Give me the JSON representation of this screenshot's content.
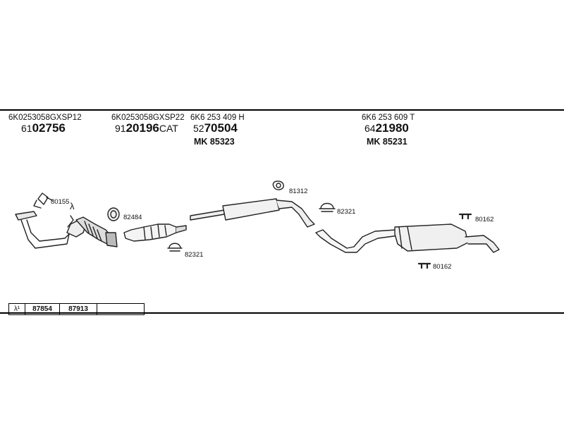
{
  "groups": [
    {
      "code": "6K0253058GXSP12",
      "num_prefix": "61",
      "num_bold": "02756"
    },
    {
      "code": "6K0253058GXSP22",
      "num_prefix": "91",
      "num_bold": "20196",
      "num_suffix": "CAT"
    },
    {
      "code": "6K6 253 409 H",
      "num_prefix": "52",
      "num_bold": "70504",
      "mk": "MK  85323"
    },
    {
      "code": "6K6 253 609 T",
      "num_prefix": "64",
      "num_bold": "21980",
      "mk": "MK  85231"
    }
  ],
  "labels": {
    "p80155": "80155",
    "p82484": "82484",
    "p82321a": "82321",
    "p81312": "81312",
    "p82321b": "82321",
    "p80162a": "80162",
    "p80162b": "80162",
    "lambda": "λ"
  },
  "table": {
    "cells": [
      "λ¹",
      "87854",
      "87913",
      ""
    ]
  }
}
